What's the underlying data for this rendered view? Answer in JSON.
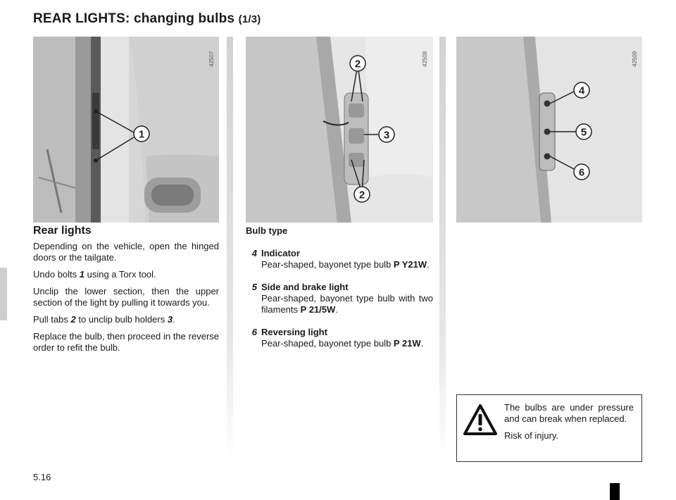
{
  "title": {
    "main": "REAR LIGHTS: changing bulbs",
    "sub": "(1/3)"
  },
  "figures": [
    {
      "ref": "42507",
      "callouts": [
        "1"
      ]
    },
    {
      "ref": "42508",
      "callouts": [
        "2",
        "3",
        "2"
      ]
    },
    {
      "ref": "42509",
      "callouts": [
        "4",
        "5",
        "6"
      ]
    }
  ],
  "rear_lights": {
    "heading": "Rear lights",
    "paragraphs": [
      "Depending on the vehicle, open the hinged doors or the tailgate.",
      "Unclip the lower section, then the upper section of the light by pulling it towards you.",
      "Replace the bulb, then proceed in the reverse order to refit the bulb."
    ],
    "undo_pre": "Undo bolts ",
    "undo_num": "1",
    "undo_post": " using a Torx tool.",
    "pull_pre": "Pull tabs ",
    "pull_num": "2",
    "pull_mid": " to unclip bulb holders ",
    "pull_num2": "3",
    "pull_post": "."
  },
  "bulb_type": {
    "heading": "Bulb type",
    "items": [
      {
        "num": "4",
        "name": "Indicator",
        "desc": "Pear-shaped, bayonet type bulb ",
        "code": "P Y21W",
        "end": "."
      },
      {
        "num": "5",
        "name": "Side and brake light",
        "desc": "Pear-shaped, bayonet type bulb with two filaments ",
        "code": "P 21/5W",
        "end": "."
      },
      {
        "num": "6",
        "name": "Reversing light",
        "desc": "Pear-shaped, bayonet type bulb ",
        "code": "P 21W",
        "end": "."
      }
    ]
  },
  "warning": {
    "icon": "warning-triangle-icon",
    "lines": [
      "The bulbs are under pressure and can break when replaced.",
      "Risk of injury."
    ]
  },
  "page_number": "5.16",
  "colors": {
    "illustration_bg": "#d9d9d9",
    "separator": "#d2d2d2",
    "text": "#1a1a1a"
  }
}
